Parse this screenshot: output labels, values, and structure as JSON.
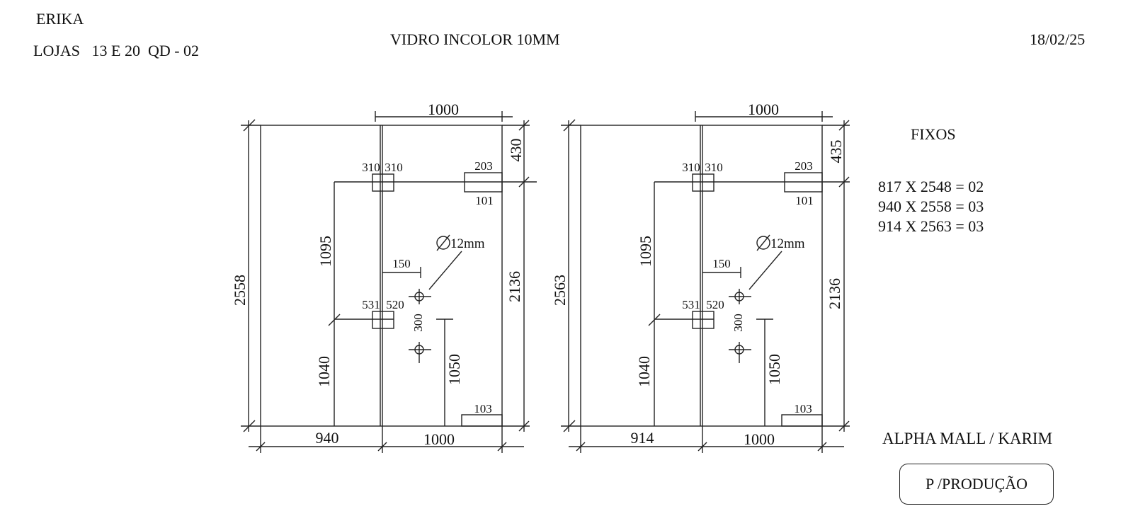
{
  "header": {
    "name": "ERIKA",
    "location": "LOJAS   13 E 20  QD - 02",
    "material": "VIDRO INCOLOR 10MM",
    "date": "18/02/25"
  },
  "panels": [
    {
      "height_label": "2558",
      "top_width": "1000",
      "left_width": "940",
      "right_width": "1000",
      "top_gap": "430",
      "right_height": "2136",
      "upper_hole_left": "310",
      "upper_hole_right": "310",
      "patch_top": "203",
      "patch_bottom": "101",
      "hole_diameter": "12mm",
      "hole_offset": "150",
      "lower_hole_left": "531",
      "lower_hole_right": "520",
      "hole_spacing": "300",
      "upper_height": "1095",
      "lower_height": "1040",
      "hole_height": "1050",
      "bottom_patch": "103"
    },
    {
      "height_label": "2563",
      "top_width": "1000",
      "left_width": "914",
      "right_width": "1000",
      "top_gap": "435",
      "right_height": "2136",
      "upper_hole_left": "310",
      "upper_hole_right": "310",
      "patch_top": "203",
      "patch_bottom": "101",
      "hole_diameter": "12mm",
      "hole_offset": "150",
      "lower_hole_left": "531",
      "lower_hole_right": "520",
      "hole_spacing": "300",
      "upper_height": "1095",
      "lower_height": "1040",
      "hole_height": "1050",
      "bottom_patch": "103"
    }
  ],
  "fixos": {
    "title": "FIXOS",
    "items": [
      "817 X 2548 = 02",
      "940 X 2558 = 03",
      "914 X 2563 = 03"
    ]
  },
  "client": "ALPHA MALL / KARIM",
  "stamp": "P /PRODUÇÃO"
}
